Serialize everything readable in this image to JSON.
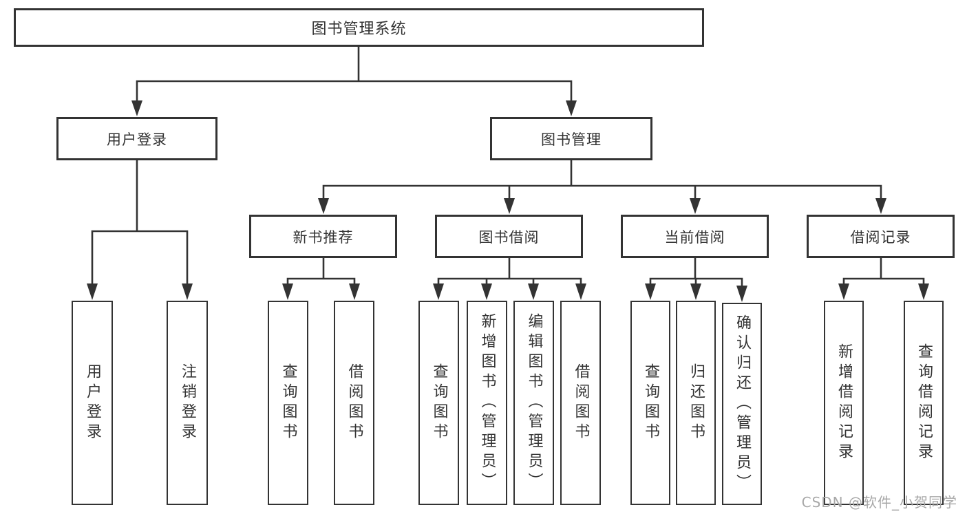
{
  "diagram_title": "图书管理系统",
  "colors": {
    "line": "#333333",
    "text": "#333333",
    "box_bg": "#ffffff",
    "watermark": "#a8a8a8",
    "background": "#ffffff"
  },
  "nodes": {
    "root": {
      "label": "图书管理系统"
    },
    "user_login": {
      "label": "用户登录"
    },
    "book_management": {
      "label": "图书管理"
    },
    "new_book_recommend": {
      "label": "新书推荐"
    },
    "book_borrowing": {
      "label": "图书借阅"
    },
    "current_borrowing": {
      "label": "当前借阅"
    },
    "borrow_records": {
      "label": "借阅记录"
    },
    "leaf_user_login": {
      "label": "用户登录"
    },
    "leaf_logout": {
      "label": "注销登录"
    },
    "leaf_query_books_1": {
      "label": "查询图书"
    },
    "leaf_borrow_books_1": {
      "label": "借阅图书"
    },
    "leaf_query_books_2": {
      "label": "查询图书"
    },
    "leaf_add_books_admin": {
      "label": "新增图书（管理员）"
    },
    "leaf_edit_books_admin": {
      "label": "编辑图书（管理员）"
    },
    "leaf_borrow_books_2": {
      "label": "借阅图书"
    },
    "leaf_query_books_3": {
      "label": "查询图书"
    },
    "leaf_return_books": {
      "label": "归还图书"
    },
    "leaf_confirm_return_admin": {
      "label": "确认归还（管理员）"
    },
    "leaf_add_borrow_record": {
      "label": "新增借阅记录"
    },
    "leaf_query_borrow_record": {
      "label": "查询借阅记录"
    }
  },
  "watermark": {
    "text": "CSDN @软件_小贺同学"
  }
}
